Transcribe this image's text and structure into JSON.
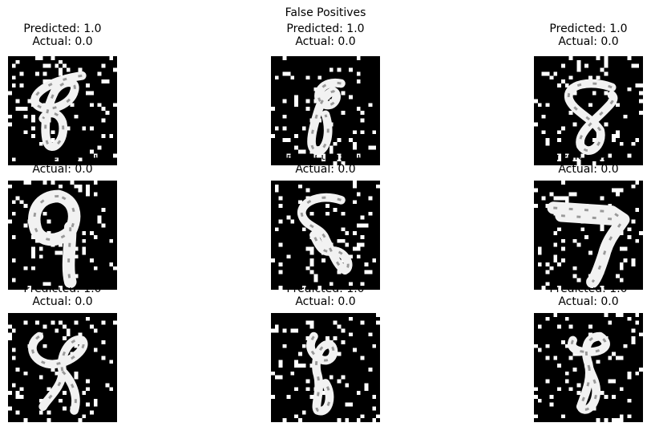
{
  "figure": {
    "title": "False Positives"
  },
  "panels": [
    {
      "predicted": "Predicted: 1.0",
      "actual": "Actual: 0.0",
      "digit": "digit-8-tilted"
    },
    {
      "predicted": "Predicted: 1.0",
      "actual": "Actual: 0.0",
      "digit": "digit-8-thin"
    },
    {
      "predicted": "Predicted: 1.0",
      "actual": "Actual: 0.0",
      "digit": "digit-8-slanted"
    },
    {
      "predicted": "Predicted: 1.0",
      "actual": "Actual: 0.0",
      "digit": "digit-9-bold"
    },
    {
      "predicted": "Predicted: 1.0",
      "actual": "Actual: 0.0",
      "digit": "digit-8-loop"
    },
    {
      "predicted": "Predicted: 1.0",
      "actual": "Actual: 0.0",
      "digit": "digit-7-bold"
    },
    {
      "predicted": "Predicted: 1.0",
      "actual": "Actual: 0.0",
      "digit": "digit-8-wide"
    },
    {
      "predicted": "Predicted: 1.0",
      "actual": "Actual: 0.0",
      "digit": "digit-8-faint"
    },
    {
      "predicted": "Predicted: 1.0",
      "actual": "Actual: 0.0",
      "digit": "digit-8-upright"
    }
  ]
}
